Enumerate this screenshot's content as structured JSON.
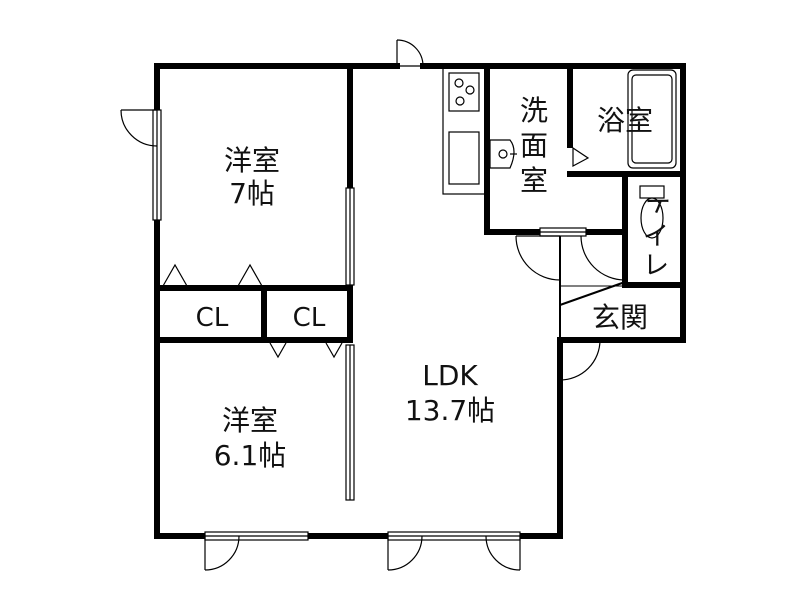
{
  "rooms": {
    "western1": {
      "name": "洋室",
      "size": "7帖"
    },
    "western2": {
      "name": "洋室",
      "size": "6.1帖"
    },
    "ldk": {
      "name": "LDK",
      "size": "13.7帖"
    },
    "closet1": {
      "name": "CL"
    },
    "closet2": {
      "name": "CL"
    },
    "washroom": {
      "chars": [
        "洗",
        "面",
        "室"
      ]
    },
    "bathroom": {
      "name": "浴室"
    },
    "toilet": {
      "chars": [
        "ト",
        "イ",
        "レ"
      ]
    },
    "entrance": {
      "name": "玄関"
    }
  }
}
